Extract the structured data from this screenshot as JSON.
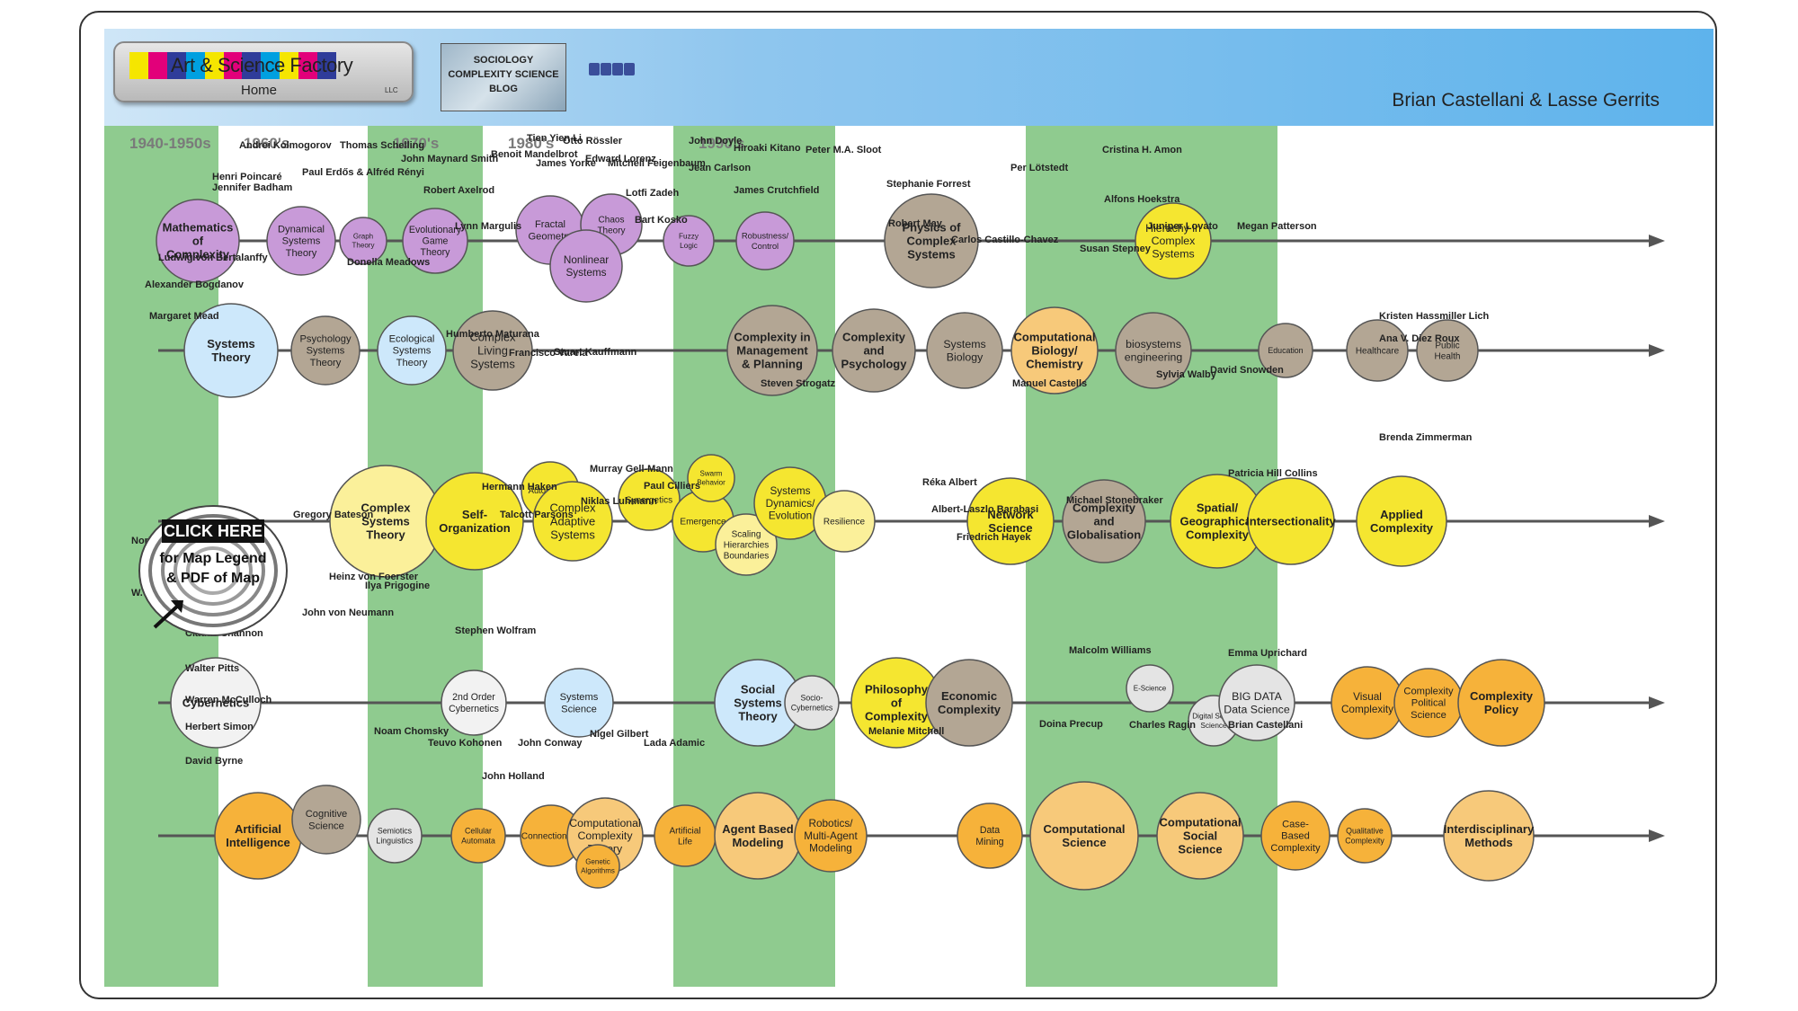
{
  "header": {
    "logo_title": "Art & Science Factory",
    "logo_home": "Home",
    "logo_llc": "LLC",
    "blog_label": "SOCIOLOGY COMPLEXITY SCIENCE BLOG",
    "authors": "Brian Castellani & Lasse Gerrits",
    "logo_colors": [
      "#f5e600",
      "#e2007a",
      "#2f3c9a",
      "#00a0e0",
      "#f5e600",
      "#e2007a",
      "#2f3c9a",
      "#00a0e0",
      "#f5e600",
      "#e2007a",
      "#2f3c9a"
    ]
  },
  "eras": [
    {
      "label": "1940-1950s",
      "color": "#8fcb8f"
    },
    {
      "label": "1960's",
      "color": "#ffffff"
    },
    {
      "label": "1970's",
      "color": "#8fcb8f"
    },
    {
      "label": "1980's",
      "color": "#ffffff"
    },
    {
      "label": "1990's",
      "color": "#8fcb8f"
    },
    {
      "label": "",
      "color": "#ffffff"
    },
    {
      "label": "",
      "color": "#8fcb8f"
    },
    {
      "label": "",
      "color": "#ffffff"
    }
  ],
  "legend": {
    "line1": "CLICK HERE",
    "line2": "for Map Legend",
    "line3": "& PDF of Map"
  },
  "colors": {
    "purple": "#c89ad8",
    "blue": "#cde8fb",
    "gray": "#b3a694",
    "yellow": "#f5e630",
    "lightyellow": "#fbf09a",
    "white": "#f2f2f2",
    "orange": "#f6b23a",
    "peach": "#f7c97a",
    "lightgray": "#e4e4e4"
  },
  "rows": [
    {
      "nodes": [
        {
          "label": "Mathematics\nof\nComplexity",
          "color": "purple"
        },
        {
          "label": "Dynamical\nSystems\nTheory",
          "color": "purple"
        },
        {
          "label": "Graph\nTheory",
          "color": "purple"
        },
        {
          "label": "Evolutionary\nGame\nTheory",
          "color": "purple"
        },
        {
          "label": "Fractal\nGeometry",
          "color": "purple"
        },
        {
          "label": "Chaos\nTheory",
          "color": "purple"
        },
        {
          "label": "Nonlinear\nSystems",
          "color": "purple"
        },
        {
          "label": "Fuzzy\nLogic",
          "color": "purple"
        },
        {
          "label": "Robustness/\nControl",
          "color": "purple"
        },
        {
          "label": "Physics of\nComplex\nSystems",
          "color": "gray"
        },
        {
          "label": "Hierachy in\nComplex\nSystems",
          "color": "yellow"
        }
      ]
    },
    {
      "nodes": [
        {
          "label": "Systems\nTheory",
          "color": "blue"
        },
        {
          "label": "Psychology\nSystems\nTheory",
          "color": "gray"
        },
        {
          "label": "Ecological\nSystems\nTheory",
          "color": "blue"
        },
        {
          "label": "Complex\nLiving\nSystems",
          "color": "gray"
        },
        {
          "label": "Complexity in\nManagement\n& Planning",
          "color": "gray"
        },
        {
          "label": "Complexity\nand\nPsychology",
          "color": "gray"
        },
        {
          "label": "Systems\nBiology",
          "color": "gray"
        },
        {
          "label": "Computational\nBiology/\nChemistry",
          "color": "peach"
        },
        {
          "label": "biosystems\nengineering",
          "color": "gray"
        },
        {
          "label": "Education",
          "color": "gray"
        },
        {
          "label": "Healthcare",
          "color": "gray"
        },
        {
          "label": "Public\nHealth",
          "color": "gray"
        }
      ]
    },
    {
      "nodes": [
        {
          "label": "Complex\nSystems\nTheory",
          "color": "lightyellow"
        },
        {
          "label": "Self-\nOrganization",
          "color": "yellow"
        },
        {
          "label": "Autopoiesis",
          "color": "yellow"
        },
        {
          "label": "Complex\nAdaptive\nSystems",
          "color": "yellow"
        },
        {
          "label": "Synergetics",
          "color": "yellow"
        },
        {
          "label": "Emergence",
          "color": "yellow"
        },
        {
          "label": "Swarm\nBehavior",
          "color": "yellow"
        },
        {
          "label": "Scaling\nHierarchies\nBoundaries",
          "color": "lightyellow"
        },
        {
          "label": "Systems\nDynamics/\nEvolution",
          "color": "yellow"
        },
        {
          "label": "Resilience",
          "color": "lightyellow"
        },
        {
          "label": "Network\nScience",
          "color": "yellow"
        },
        {
          "label": "Complexity\nand\nGlobalisation",
          "color": "gray"
        },
        {
          "label": "Spatial/\nGeographical\nComplexity",
          "color": "yellow"
        },
        {
          "label": "Intersectionality",
          "color": "yellow"
        },
        {
          "label": "Applied\nComplexity",
          "color": "yellow"
        }
      ]
    },
    {
      "nodes": [
        {
          "label": "Cybernetics",
          "color": "white"
        },
        {
          "label": "2nd Order\nCybernetics",
          "color": "white"
        },
        {
          "label": "Systems\nScience",
          "color": "blue"
        },
        {
          "label": "Social\nSystems\nTheory",
          "color": "blue"
        },
        {
          "label": "Socio-\nCybernetics",
          "color": "lightgray"
        },
        {
          "label": "Philosophy\nof\nComplexity",
          "color": "yellow"
        },
        {
          "label": "Economic\nComplexity",
          "color": "gray"
        },
        {
          "label": "E-Science",
          "color": "lightgray"
        },
        {
          "label": "Digital Social\nScience",
          "color": "lightgray"
        },
        {
          "label": "BIG DATA\nData Science",
          "color": "lightgray"
        },
        {
          "label": "Visual\nComplexity",
          "color": "orange"
        },
        {
          "label": "Complexity\nPolitical\nScience",
          "color": "orange"
        },
        {
          "label": "Complexity\nPolicy",
          "color": "orange"
        }
      ]
    },
    {
      "nodes": [
        {
          "label": "Artificial\nIntelligence",
          "color": "orange"
        },
        {
          "label": "Cognitive\nScience",
          "color": "gray"
        },
        {
          "label": "Semiotics\nLinguistics",
          "color": "lightgray"
        },
        {
          "label": "Cellular\nAutomata",
          "color": "orange"
        },
        {
          "label": "Connectionism",
          "color": "orange"
        },
        {
          "label": "Computational\nComplexity\nTheory",
          "color": "peach"
        },
        {
          "label": "Genetic\nAlgorithms",
          "color": "orange"
        },
        {
          "label": "Artificial\nLife",
          "color": "orange"
        },
        {
          "label": "Agent Based\nModeling",
          "color": "peach"
        },
        {
          "label": "Robotics/\nMulti-Agent\nModeling",
          "color": "orange"
        },
        {
          "label": "Data\nMining",
          "color": "orange"
        },
        {
          "label": "Computational\nScience",
          "color": "peach"
        },
        {
          "label": "Computational\nSocial\nScience",
          "color": "peach"
        },
        {
          "label": "Case-\nBased\nComplexity",
          "color": "orange"
        },
        {
          "label": "Qualitative\nComplexity",
          "color": "orange"
        },
        {
          "label": "Interdisciplinary\nMethods",
          "color": "peach"
        }
      ]
    }
  ],
  "people": [
    "Henri Poincaré",
    "Andrei Kolmogorov",
    "Thomas Schelling",
    "John Maynard Smith",
    "Paul Erdős & Alfréd Rényi",
    "Benoit Mandelbrot",
    "Robert Axelrod",
    "Tien Yien Li",
    "James Yorke",
    "Otto Rössler",
    "Edward Lorenz",
    "Mitchell Feigenbaum",
    "Lotfi Zadeh",
    "Bart Kosko",
    "John Doyle",
    "Jean Carlson",
    "Hiroaki Kitano",
    "James Crutchfield",
    "Peter M.A. Sloot",
    "Stephanie Forrest",
    "Per Lötstedt",
    "Cristina H. Amon",
    "Alfons Hoekstra",
    "Ludwig von Bertalanffy",
    "Alexander Bogdanov",
    "Margaret Mead",
    "Donella Meadows",
    "Lynn Margulis",
    "Humberto Maturana",
    "Francisco Varela",
    "Stuart Kauffmann",
    "Robert May",
    "Carlos Castillo-Chavez",
    "Susan Stepney",
    "Juniper Lovato",
    "Megan Patterson",
    "Kristen Hassmiller Lich",
    "Ana V. Diez Roux",
    "Ilya Prigogine",
    "Hermann Haken",
    "Murray Gell-Mann",
    "Steven Strogatz",
    "Manuel Castells",
    "Sylvia Walby",
    "David Snowden",
    "Patricia Hill Collins",
    "Brenda Zimmerman",
    "Réka Albert",
    "Albert-Laszlo Barabasi",
    "Norbert Wiener",
    "W. Ross Ashby",
    "Heinz von Foerster",
    "Gregory Bateson",
    "Niklas Luhmann",
    "Talcott Parsons",
    "Paul Cilliers",
    "Friedrich Hayek",
    "Michael Stonebraker",
    "Claude Shannon",
    "John von Neumann",
    "Stephen Wolfram",
    "Walter Pitts",
    "Warren McCulloch",
    "Herbert Simon",
    "Noam Chomsky",
    "Teuvo Kohonen",
    "John Holland",
    "John Conway",
    "Nigel Gilbert",
    "Lada Adamic",
    "Melanie Mitchell",
    "Charles Ragin",
    "Brian Castellani",
    "Emma Uprichard",
    "Malcolm Williams",
    "David Byrne",
    "Doina Precup",
    "Jennifer Badham"
  ]
}
